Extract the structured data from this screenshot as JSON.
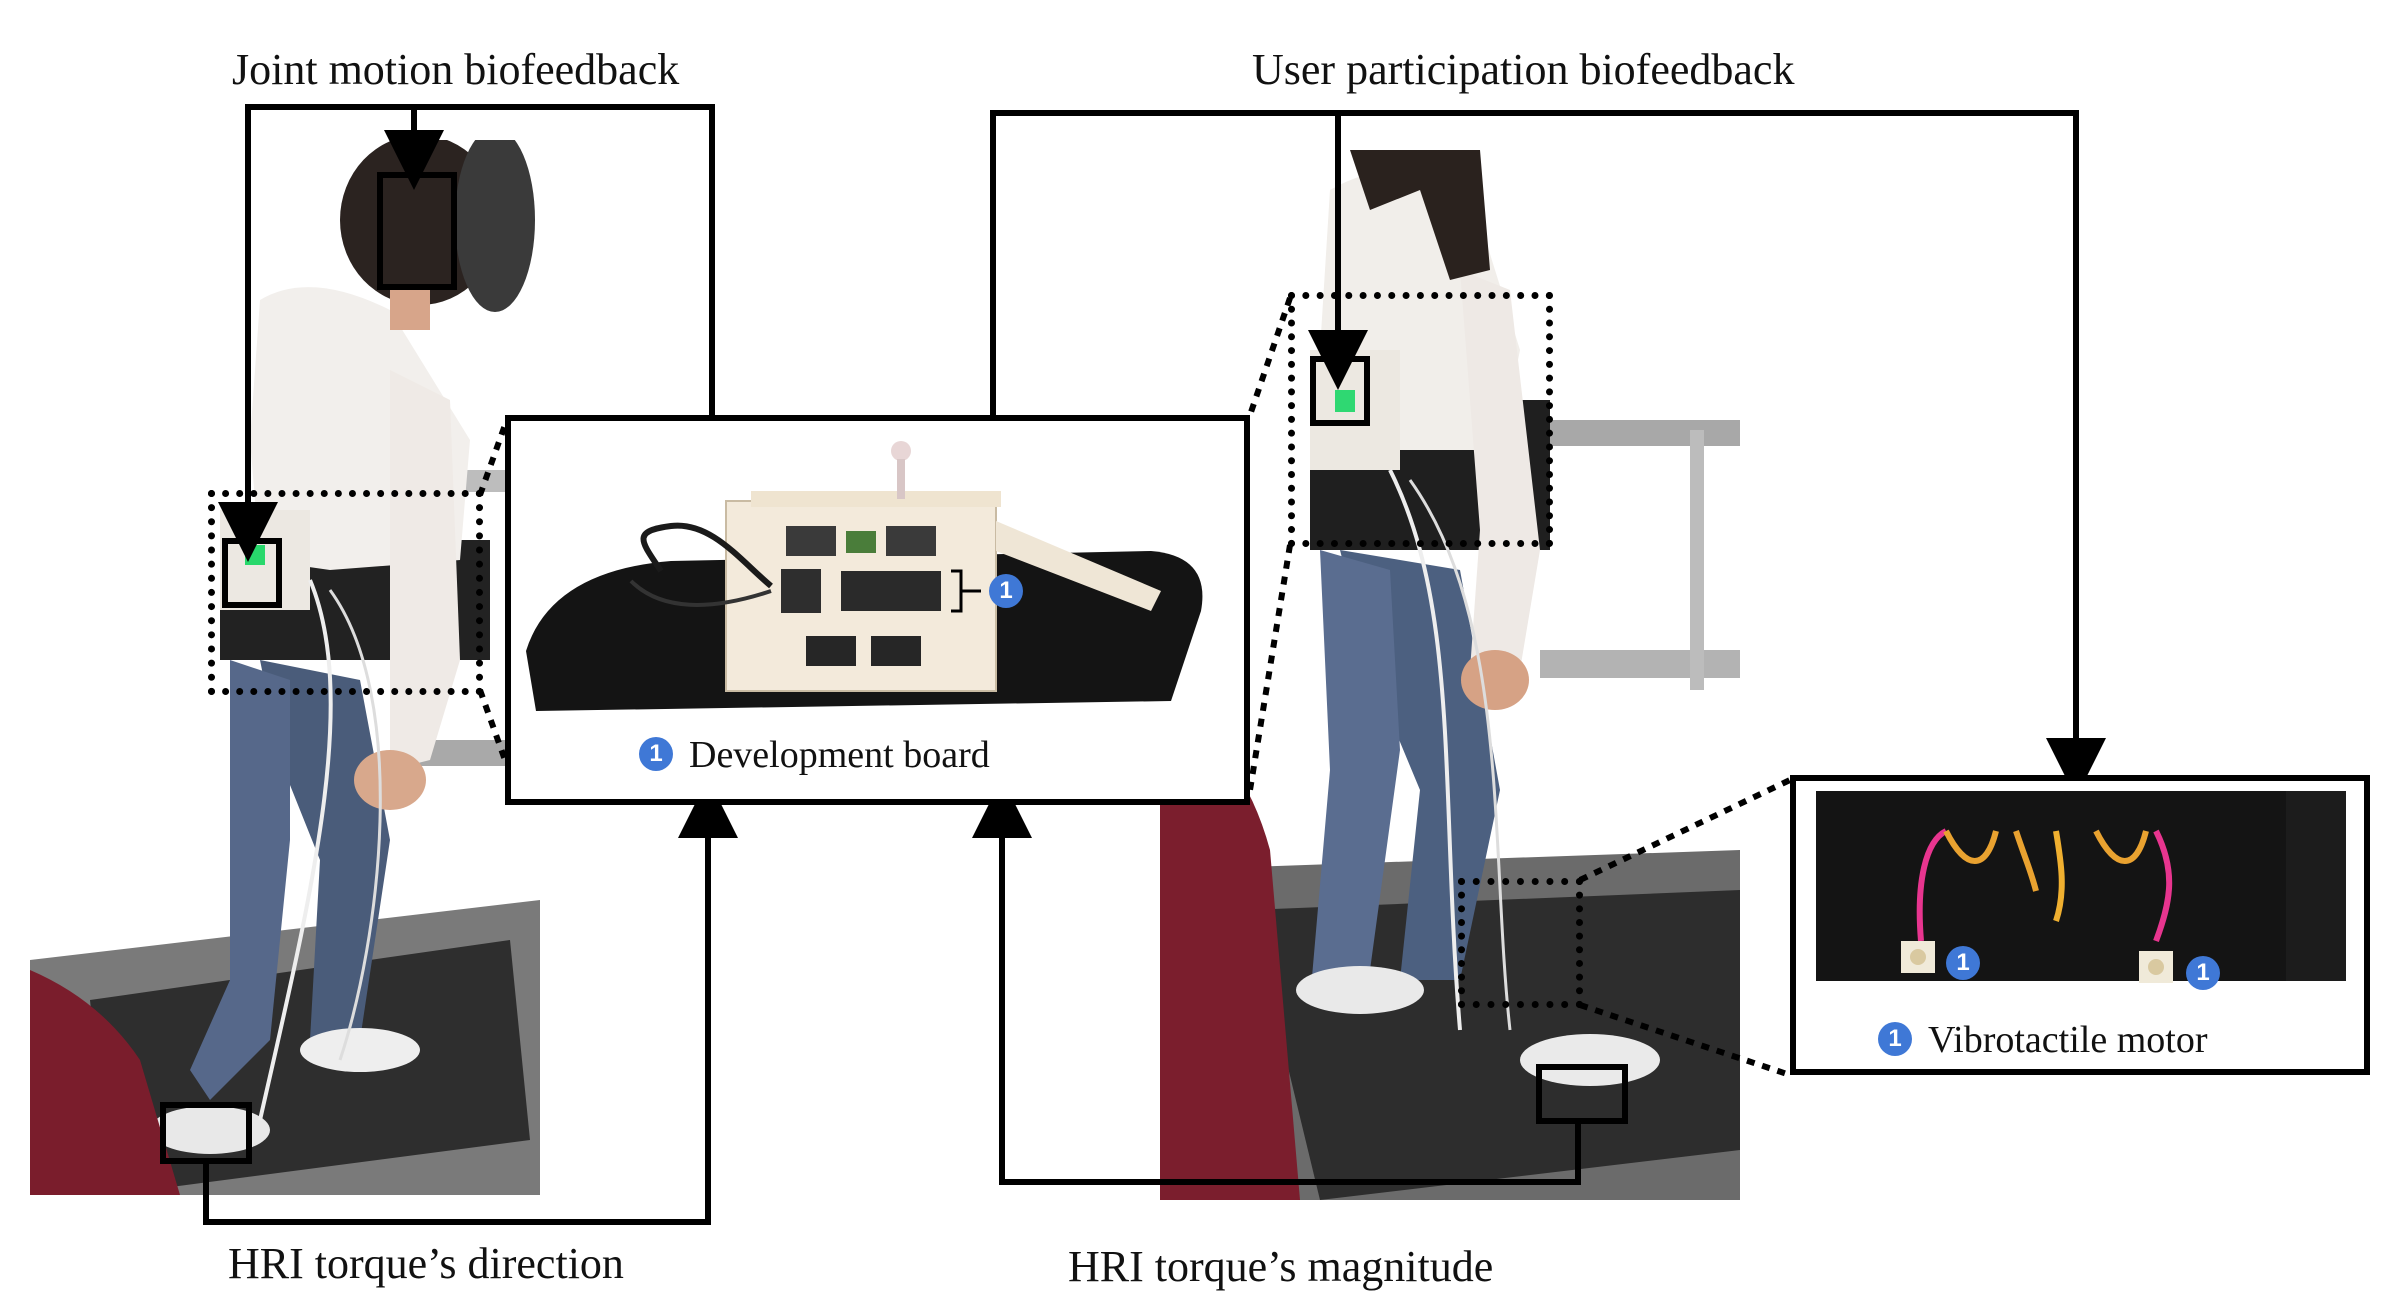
{
  "labels": {
    "joint_motion": "Joint motion biofeedback",
    "user_participation": "User participation biofeedback",
    "hri_direction": "HRI torque’s direction",
    "hri_magnitude": "HRI torque’s magnitude"
  },
  "insets": {
    "development_board": {
      "number": "1",
      "caption": "Development board"
    },
    "vibrotactile_motor": {
      "number": "1",
      "caption": "Vibrotactile motor"
    }
  },
  "colors": {
    "badge": "#3f78d6",
    "line": "#000000"
  }
}
